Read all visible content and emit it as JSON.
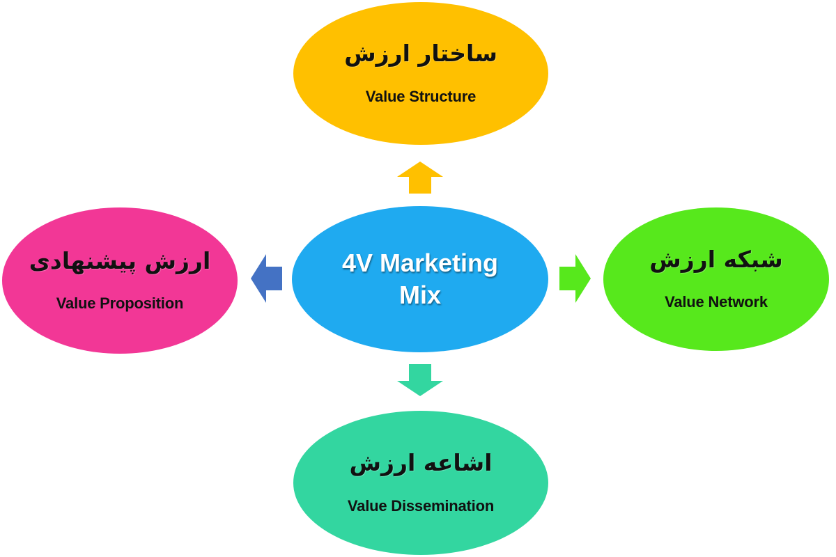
{
  "center": {
    "line1": "4V Marketing",
    "line2": "Mix",
    "color": "#1faaf0"
  },
  "nodes": {
    "top": {
      "persian": "ساختار ارزش",
      "english": "Value Structure",
      "color": "#ffc000"
    },
    "left": {
      "persian": "ارزش پیشنهادی",
      "english": "Value Proposition",
      "color": "#f23796"
    },
    "right": {
      "persian": "شبکه ارزش",
      "english": "Value Network",
      "color": "#57e81c"
    },
    "bottom": {
      "persian": "اشاعه ارزش",
      "english": "Value Dissemination",
      "color": "#33d6a0"
    }
  },
  "arrows": {
    "up": {
      "icon": "arrow-up-icon",
      "color": "#ffc000"
    },
    "left": {
      "icon": "arrow-left-icon",
      "color": "#4472c4"
    },
    "right": {
      "icon": "arrow-right-icon",
      "color": "#57e81c"
    },
    "down": {
      "icon": "arrow-down-icon",
      "color": "#33d6a0"
    }
  }
}
